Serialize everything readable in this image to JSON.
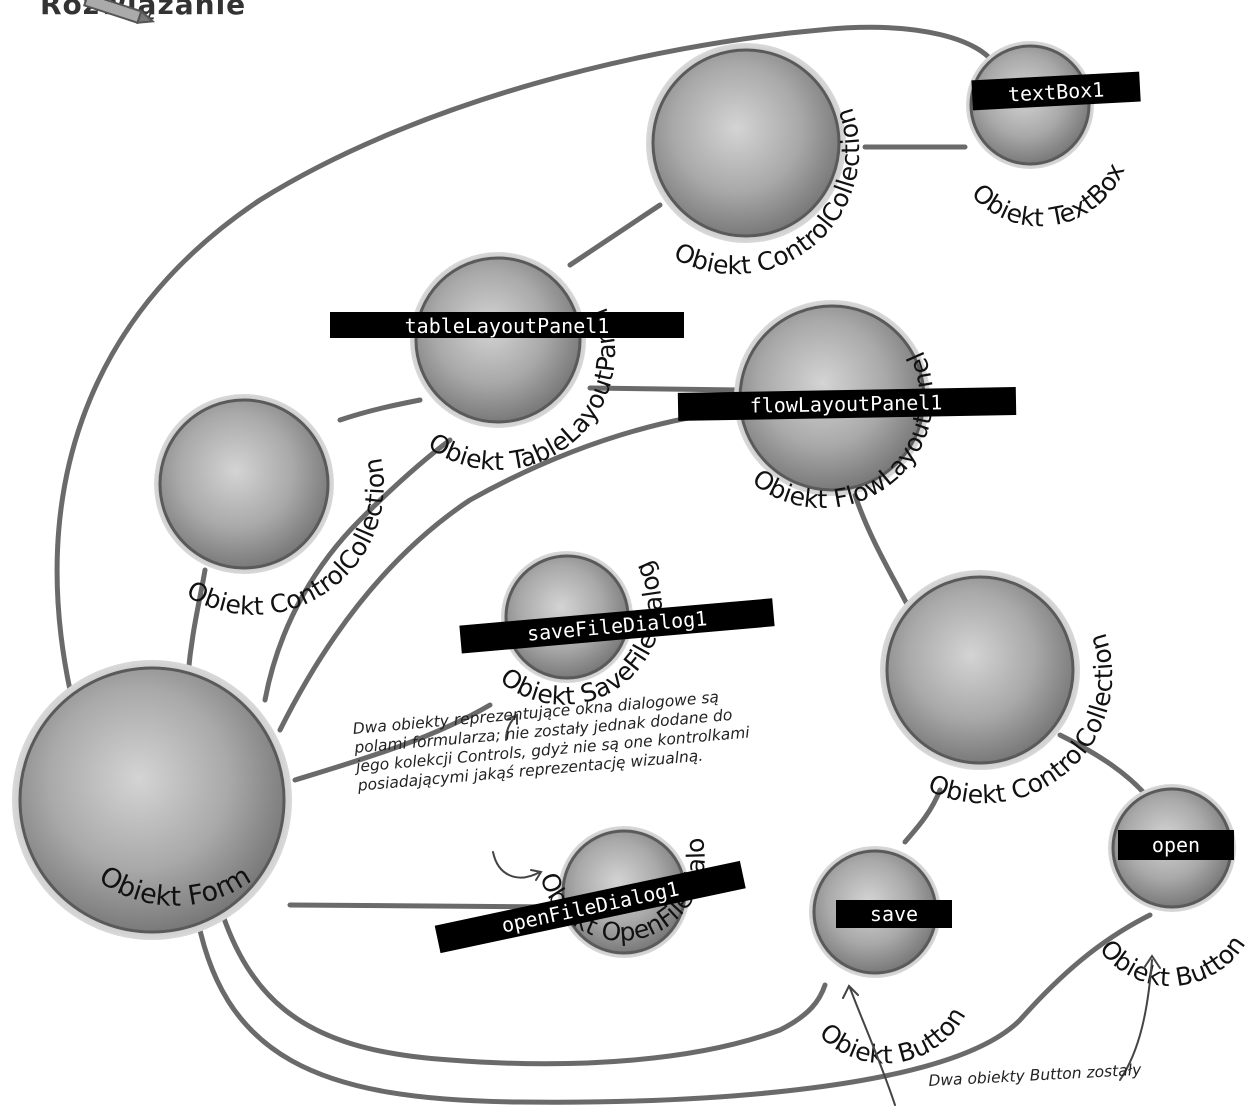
{
  "heading": "Rozwiązanie",
  "objects": {
    "form": "Obiekt Form",
    "cc_left": "Obiekt ControlCollection",
    "table_panel": "Obiekt TableLayoutPanel",
    "cc_top": "Obiekt ControlCollection",
    "textbox": "Obiekt TextBox",
    "flow_panel": "Obiekt FlowLayoutPanel",
    "save_dialog": "Obiekt SaveFileDialog",
    "open_dialog": "Obiekt OpenFileDialog",
    "cc_right": "Obiekt ControlCollection",
    "button_save": "Obiekt Button",
    "button_open": "Obiekt Button"
  },
  "names": {
    "textbox": "textBox1",
    "table_panel": "tableLayoutPanel1",
    "flow_panel": "flowLayoutPanel1",
    "save_dialog": "saveFileDialog1",
    "open_dialog": "openFileDialog1",
    "button_save": "save",
    "button_open": "open"
  },
  "notes": {
    "dialogs": "Dwa obiekty reprezentujące okna dialogowe są\npolami formularza; nie zostały jednak dodane do\njego kolekcji Controls, gdyż nie są one kontrolkami\nposiadającymi jakąś reprezentację wizualną.",
    "buttons": "Dwa obiekty Button zostały"
  },
  "colors": {
    "line": "#6a6a6a",
    "sphere_light": "#cfcfcf",
    "sphere_dark": "#777777",
    "label_bg": "#000000",
    "label_text": "#ffffff"
  }
}
